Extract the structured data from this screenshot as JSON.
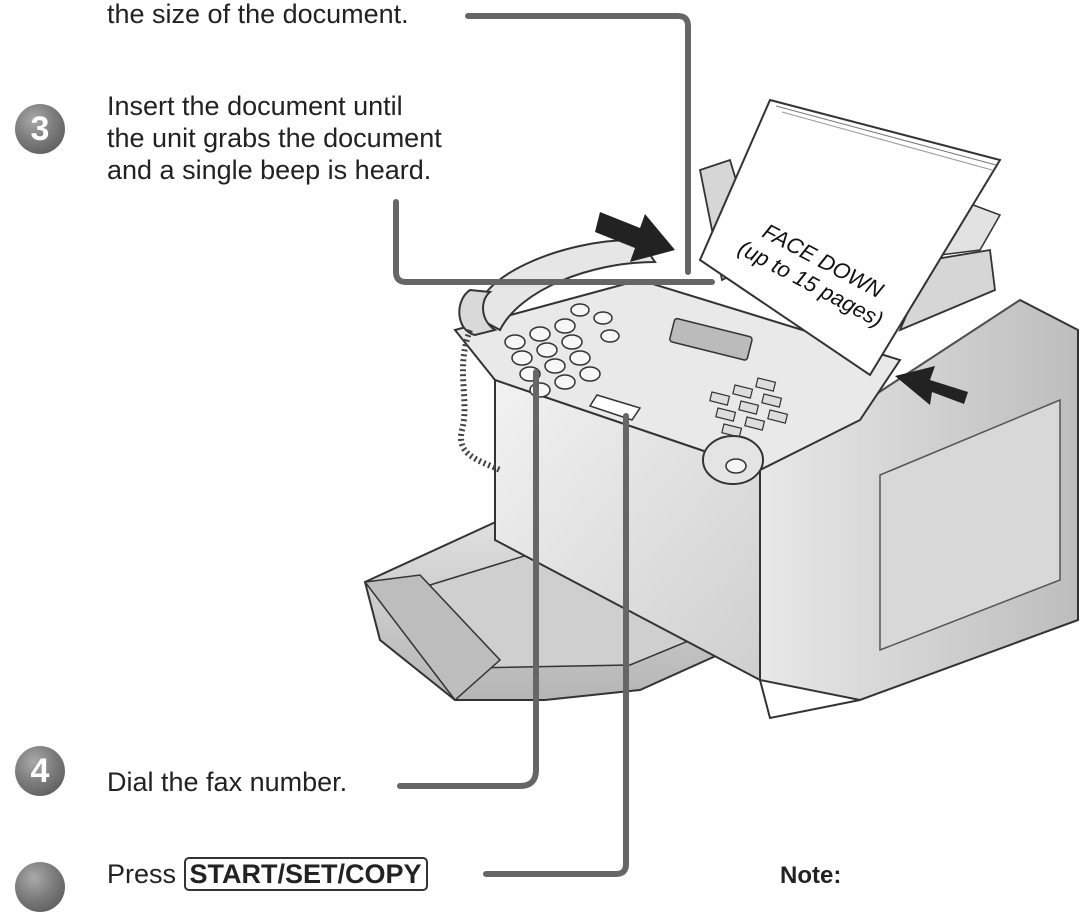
{
  "step2": {
    "text_tail": "the size of the document."
  },
  "step3": {
    "number": "3",
    "lines": [
      "Insert the document until",
      "the unit grabs the document",
      "and a single beep is heard."
    ]
  },
  "step4": {
    "number": "4",
    "text": "Dial the fax number."
  },
  "step5": {
    "text_prefix": "Press",
    "key": "START/SET/COPY"
  },
  "note": {
    "label": "Note:"
  },
  "illustration": {
    "paper_label_line1": "FACE DOWN",
    "paper_label_line2": "(up to 15 pages)"
  }
}
